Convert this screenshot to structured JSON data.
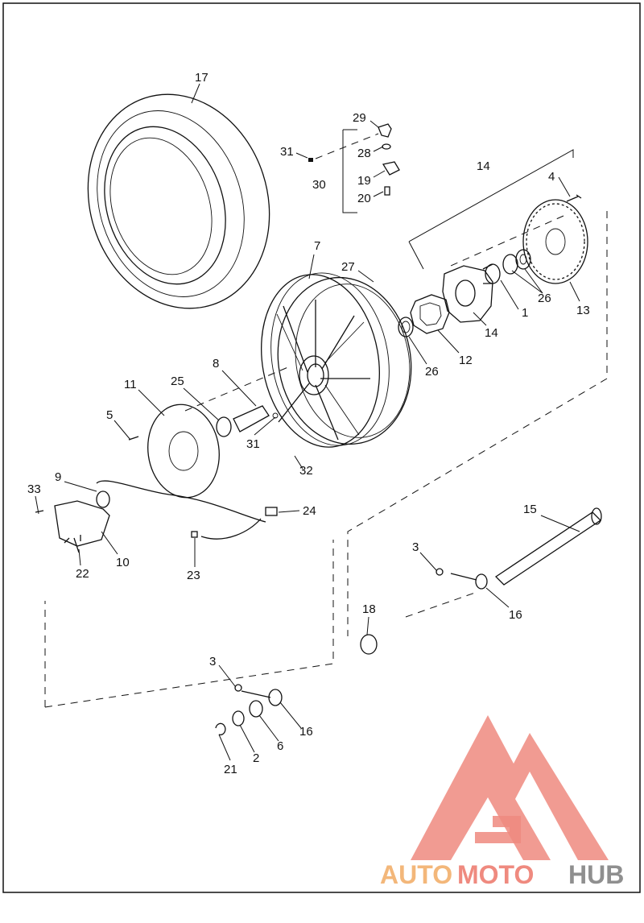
{
  "diagram": {
    "callouts": {
      "c1": "1",
      "c2": "2",
      "c3a": "3",
      "c3b": "3",
      "c4": "4",
      "c5": "5",
      "c6": "6",
      "c7": "7",
      "c8": "8",
      "c9": "9",
      "c10": "10",
      "c11": "11",
      "c12": "12",
      "c13": "13",
      "c14a": "14",
      "c14b": "14",
      "c15": "15",
      "c16a": "16",
      "c16b": "16",
      "c17": "17",
      "c18": "18",
      "c19": "19",
      "c20": "20",
      "c21": "21",
      "c22": "22",
      "c23": "23",
      "c24": "24",
      "c25": "25",
      "c26a": "26",
      "c26b": "26",
      "c27": "27",
      "c28": "28",
      "c29": "29",
      "c30": "30",
      "c31a": "31",
      "c31b": "31",
      "c32": "32",
      "c33": "33"
    }
  },
  "watermark": {
    "brand_part1": "AUTO",
    "brand_part2": "MOTO",
    "brand_part3": "HUB"
  },
  "colors": {
    "line": "#111111",
    "logo_red": "#ef8a7f",
    "logo_orange": "#f3b77a",
    "logo_gray": "#8f8f8f"
  }
}
